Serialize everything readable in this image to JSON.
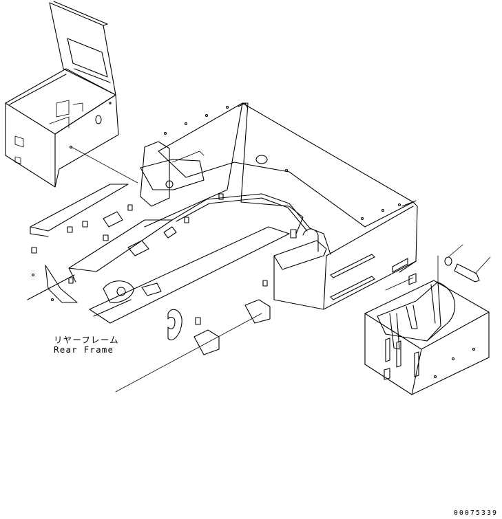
{
  "label": {
    "japanese": "リヤーフレーム",
    "english": "Rear Frame"
  },
  "document_number": "00075339"
}
